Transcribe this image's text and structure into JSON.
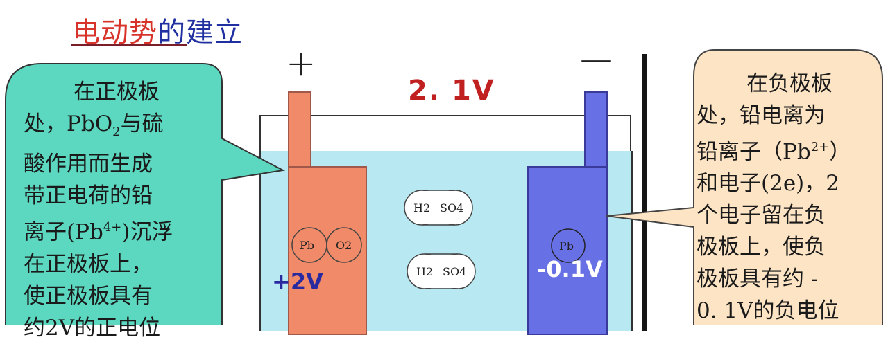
{
  "title": {
    "part1": "电动势",
    "part2": "的建立"
  },
  "signs": {
    "positive": "+",
    "negative": "—"
  },
  "voltage_label": "2. 1V",
  "electrolyte_molecules": [
    {
      "left": "H2",
      "right": "SO4"
    },
    {
      "left": "H2",
      "right": "SO4"
    }
  ],
  "positive_molecule": {
    "left": "Pb",
    "right": "O2"
  },
  "negative_molecule": {
    "label": "Pb"
  },
  "positive_voltage": "+2V",
  "negative_voltage": "-0.1V",
  "left_callout": {
    "line1": "在正极板",
    "line2_a": "处，PbO",
    "line2_sub": "2",
    "line2_b": "与硫",
    "line3": "酸作用而生成",
    "line4": "带正电荷的铅",
    "line5_a": "离子(Pb",
    "line5_sup": "4+",
    "line5_b": ")沉浮",
    "line6": "在正极板上，",
    "line7": "使正极板具有",
    "line8": "约2V的正电位"
  },
  "right_callout": {
    "line1": "在负极板",
    "line2": "处，铅电离为",
    "line3_a": "铅离子（Pb",
    "line3_sup": "2+",
    "line3_b": "）",
    "line4": "和电子(2e)，2",
    "line5": "个电子留在负",
    "line6": "极板上，使负",
    "line7": "极板具有约 -",
    "line8": "0. 1V的负电位"
  },
  "colors": {
    "title_red": "#d8332a",
    "title_blue": "#2030a0",
    "left_bubble": "#5cd8c0",
    "right_bubble": "#fce4c4",
    "electrolyte": "#b8e8f2",
    "positive_plate": "#f08a68",
    "negative_plate": "#6870e6",
    "voltage_red": "#c02020"
  }
}
